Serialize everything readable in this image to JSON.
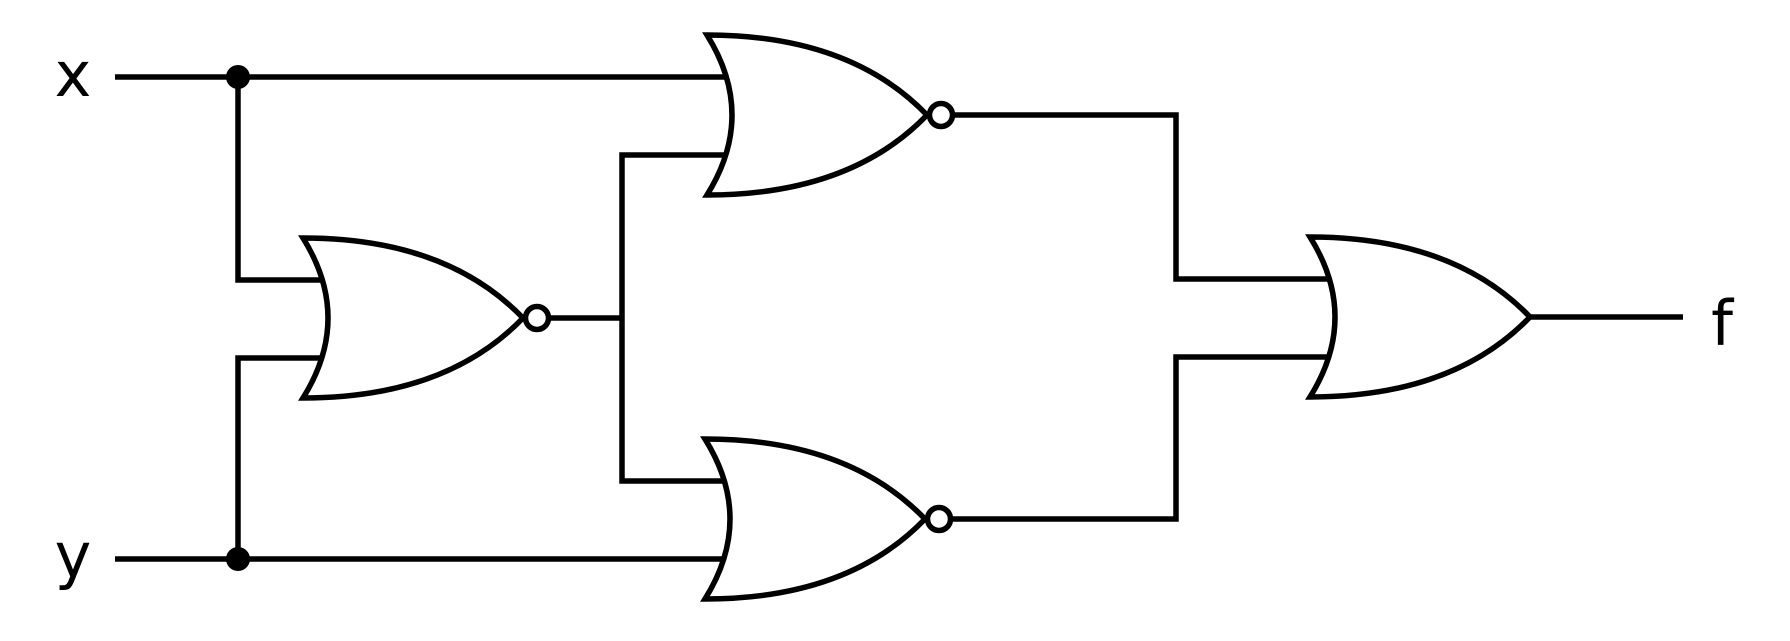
{
  "diagram": {
    "type": "logic-circuit",
    "background_color": "#ffffff",
    "line_color": "#000000",
    "labels": {
      "input_x": "x",
      "input_y": "y",
      "output_f": "f"
    },
    "gates": [
      {
        "name": "nor-gate-middle",
        "type": "NOR",
        "inputs": [
          "x",
          "y"
        ]
      },
      {
        "name": "nor-gate-top",
        "type": "NOR",
        "inputs": [
          "x",
          "nor-gate-middle"
        ]
      },
      {
        "name": "nor-gate-bottom",
        "type": "NOR",
        "inputs": [
          "nor-gate-middle",
          "y"
        ]
      },
      {
        "name": "or-gate-output",
        "type": "OR",
        "inputs": [
          "nor-gate-top",
          "nor-gate-bottom"
        ],
        "output": "f"
      }
    ],
    "junctions": [
      {
        "name": "junction-dot-x",
        "net": "x"
      },
      {
        "name": "junction-dot-y",
        "net": "y"
      }
    ]
  }
}
